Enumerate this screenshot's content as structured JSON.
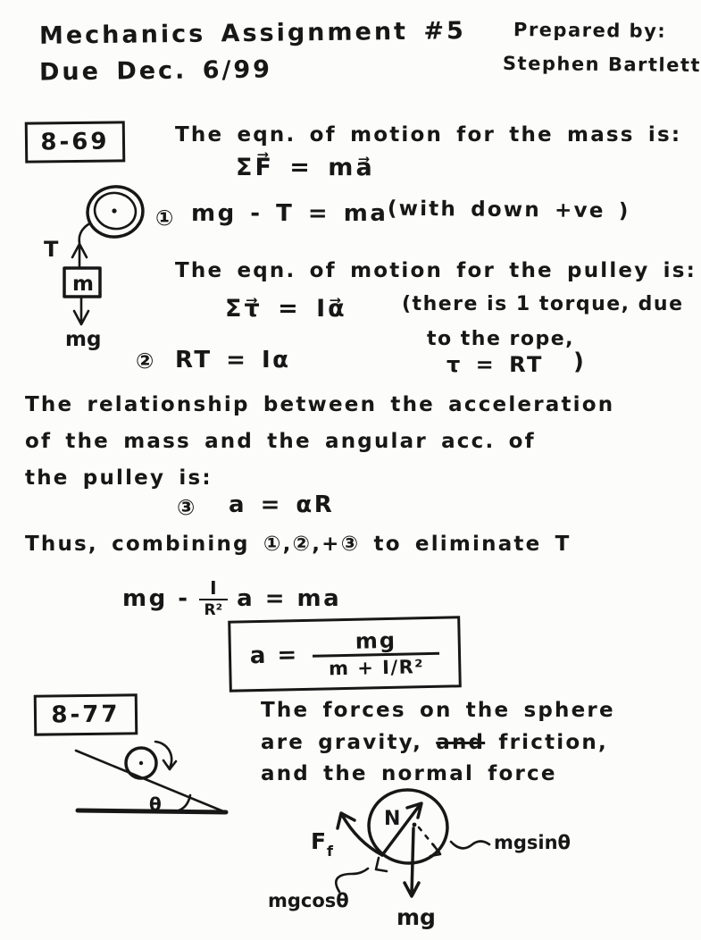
{
  "header": {
    "title": "Mechanics Assignment #5",
    "due": "Due Dec. 6/99",
    "prepared_by": "Prepared by:",
    "author": "Stephen Bartlett"
  },
  "p1": {
    "tag": "8-69",
    "intro_mass": "The eqn. of motion for the mass is:",
    "newton_eq": "ΣF⃗ = ma⃗",
    "eq1_num": "①",
    "eq1": "mg - T = ma",
    "eq1_note": "(with down +ve )",
    "intro_pulley": "The eqn. of motion for the pulley is:",
    "torque_eq": "Στ⃗ = Iα⃗",
    "note1": "(there is 1 torque, due",
    "note2": "to the rope,",
    "note3": "τ = RT",
    "note_close": ")",
    "eq2_num": "②",
    "eq2": "RT = Iα",
    "rel1": "The relationship between the acceleration",
    "rel2": "of the mass and the angular acc. of",
    "rel3": "the pulley is:",
    "eq3_num": "③",
    "eq3": "a = αR",
    "thus": "Thus, combining ①,②,+③ to eliminate T",
    "deriv": {
      "pre": "mg -",
      "num": "I",
      "den": "R²",
      "post": "a = ma"
    },
    "result": {
      "lhs": "a =",
      "num": "mg",
      "den": "m + I/R²"
    },
    "fig": {
      "t": "T",
      "m": "m",
      "mg": "mg"
    }
  },
  "p2": {
    "tag": "8-77",
    "line1": "The forces on the sphere",
    "line2a": "are gravity,",
    "line2_struck": "and",
    "line2b": "friction,",
    "line3": "and the normal force",
    "fig": {
      "theta": "θ",
      "n": "N",
      "f_main": "F",
      "f_sub": "f",
      "mg": "mg",
      "sin": "mgsinθ",
      "cos": "mgcosθ"
    }
  }
}
